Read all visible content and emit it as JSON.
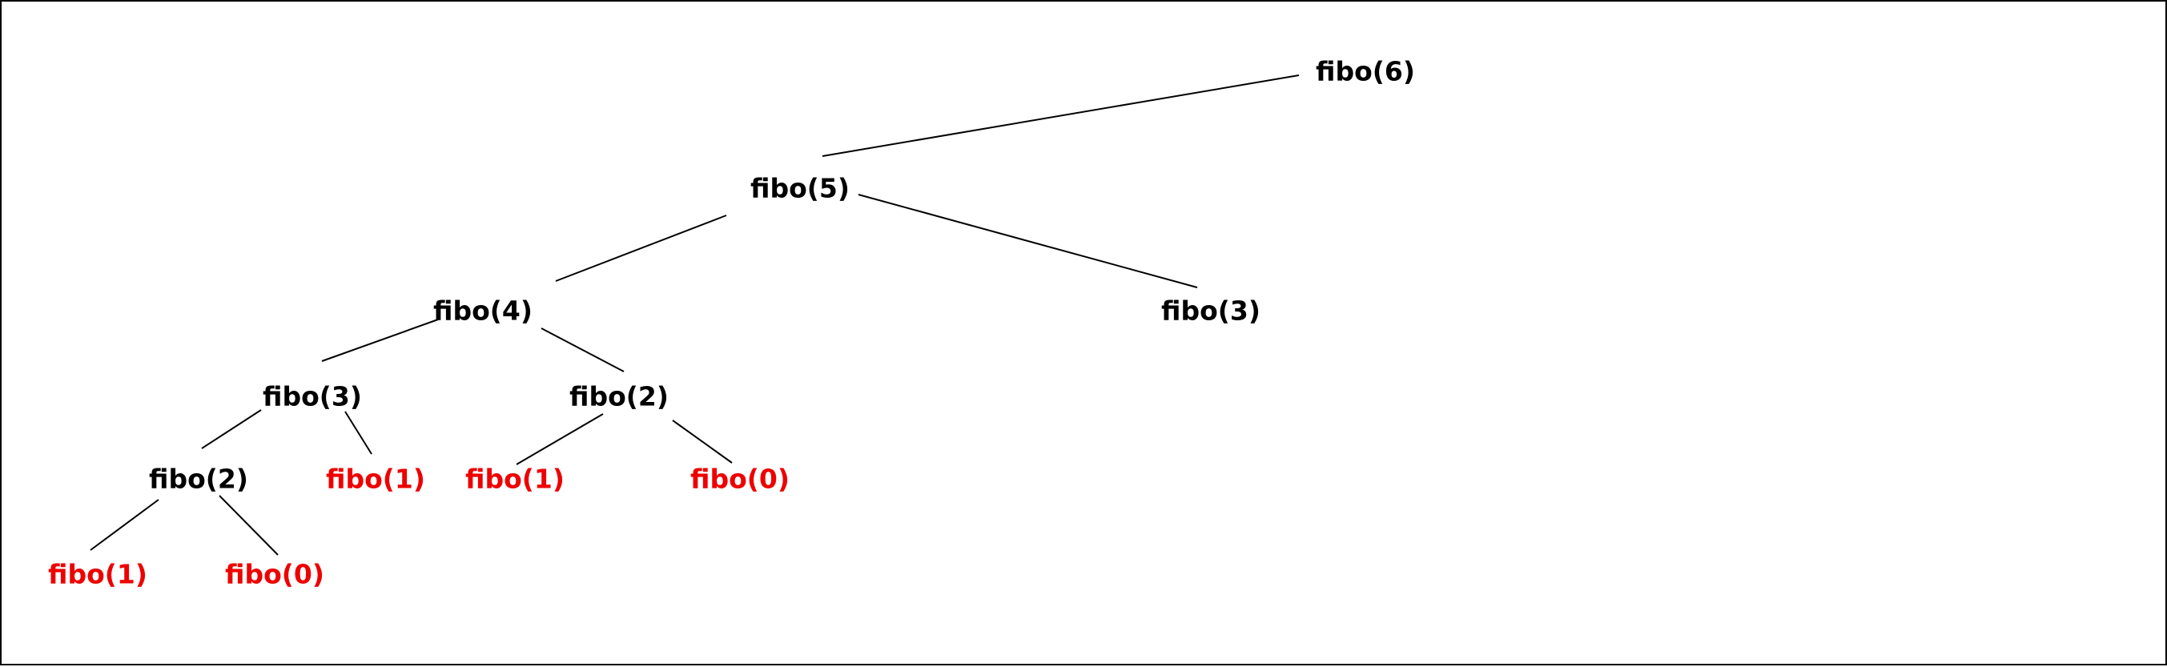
{
  "diagram": {
    "colors": {
      "internal": "#000000",
      "base_case": "#ee0000",
      "edge": "#000000"
    },
    "nodes": [
      {
        "id": "n6",
        "label": "fibo(6)",
        "kind": "internal"
      },
      {
        "id": "n5",
        "label": "fibo(5)",
        "kind": "internal"
      },
      {
        "id": "n4",
        "label": "fibo(4)",
        "kind": "internal"
      },
      {
        "id": "n3r",
        "label": "fibo(3)",
        "kind": "internal"
      },
      {
        "id": "n3",
        "label": "fibo(3)",
        "kind": "internal"
      },
      {
        "id": "n2r",
        "label": "fibo(2)",
        "kind": "internal"
      },
      {
        "id": "n2",
        "label": "fibo(2)",
        "kind": "internal"
      },
      {
        "id": "n1a",
        "label": "fibo(1)",
        "kind": "base_case"
      },
      {
        "id": "n1b",
        "label": "fibo(1)",
        "kind": "base_case"
      },
      {
        "id": "n0a",
        "label": "fibo(0)",
        "kind": "base_case"
      },
      {
        "id": "n1c",
        "label": "fibo(1)",
        "kind": "base_case"
      },
      {
        "id": "n0b",
        "label": "fibo(0)",
        "kind": "base_case"
      }
    ],
    "edges": [
      {
        "from": "n6",
        "to": "n5"
      },
      {
        "from": "n5",
        "to": "n4"
      },
      {
        "from": "n5",
        "to": "n3r"
      },
      {
        "from": "n4",
        "to": "n3"
      },
      {
        "from": "n4",
        "to": "n2r"
      },
      {
        "from": "n3",
        "to": "n2"
      },
      {
        "from": "n3",
        "to": "n1a"
      },
      {
        "from": "n2r",
        "to": "n1b"
      },
      {
        "from": "n2r",
        "to": "n0a"
      },
      {
        "from": "n2",
        "to": "n1c"
      },
      {
        "from": "n2",
        "to": "n0b"
      }
    ]
  }
}
